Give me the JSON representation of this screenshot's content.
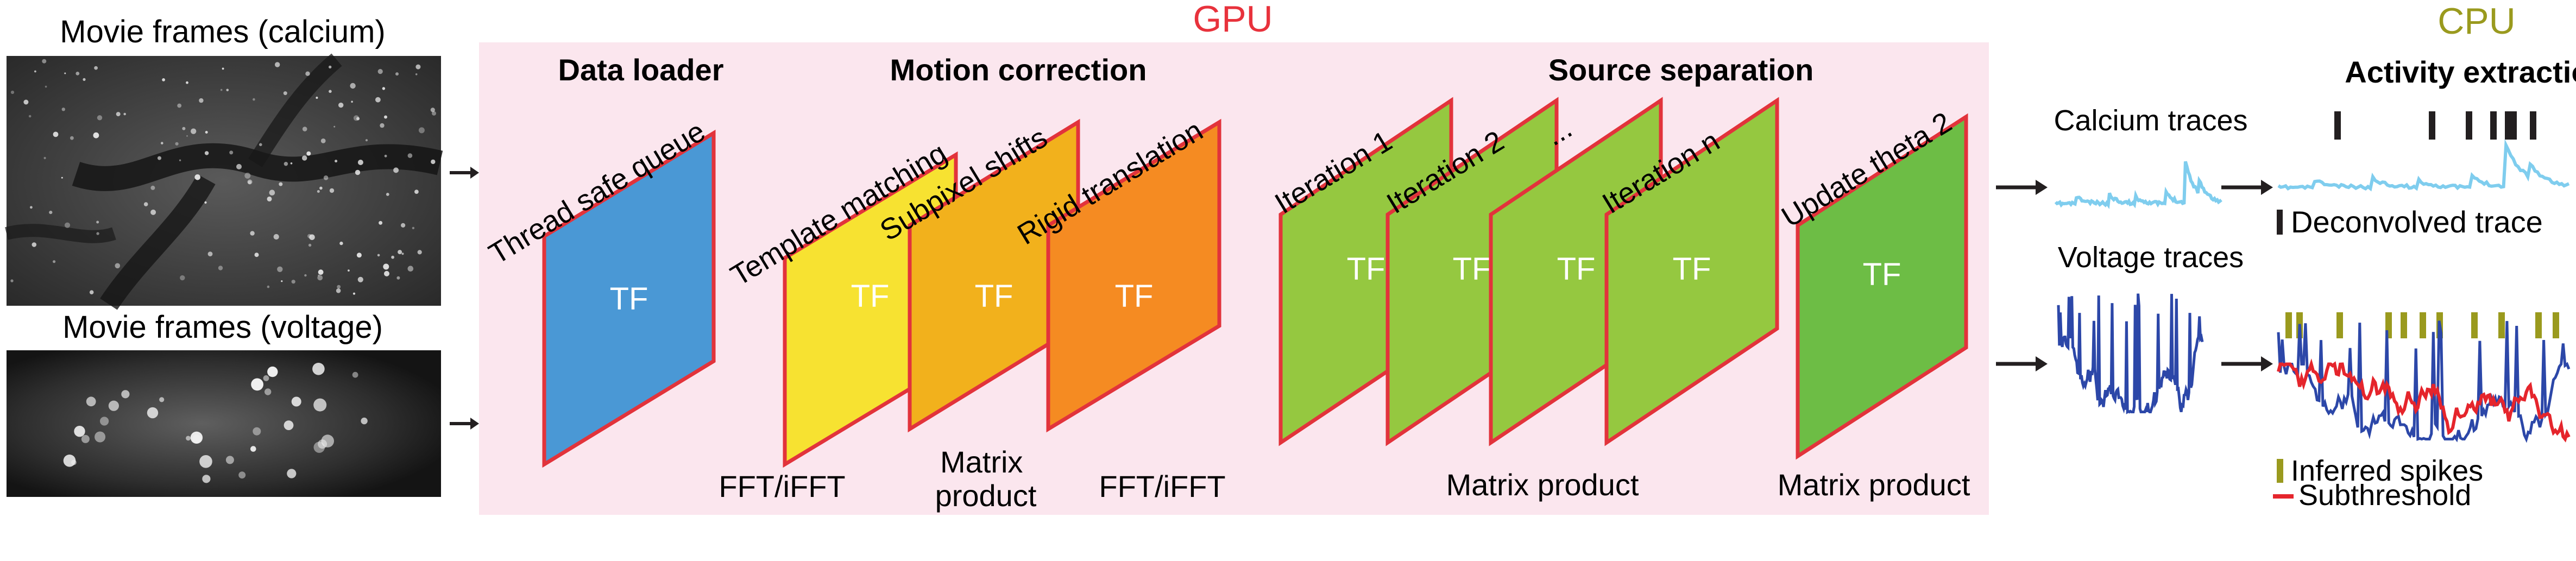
{
  "colors": {
    "gpu_panel": "#fbe6ee",
    "gpu_label": "#e8323c",
    "cpu_label": "#9a9a1e",
    "plane_border": "#e2333b",
    "tf_blue": "#4a98d5",
    "tf_yellow": "#f7e231",
    "tf_amber": "#f2b11c",
    "tf_orange": "#f58b22",
    "tf_lightgreen": "#95c840",
    "tf_green": "#6dbd45",
    "calcium_trace": "#7fcdee",
    "voltage_trace": "#2c47a8",
    "subthreshold": "#e5252c",
    "spike_marker": "#9a9a1e",
    "deconv_marker": "#231f20"
  },
  "inputs": {
    "calcium_title": "Movie frames (calcium)",
    "voltage_title": "Movie frames (voltage)"
  },
  "gpu": {
    "label": "GPU",
    "data_loader": {
      "title": "Data loader",
      "planes": [
        {
          "label": "Thread safe queue",
          "tf": "TF"
        }
      ]
    },
    "motion_correction": {
      "title": "Motion correction",
      "planes": [
        {
          "label": "Template matching",
          "tf": "TF"
        },
        {
          "label": "Subpixel shifts",
          "tf": "TF"
        },
        {
          "label": "Rigid translation",
          "tf": "TF"
        }
      ],
      "captions": [
        "FFT/iFFT",
        "Matrix product",
        "FFT/iFFT"
      ]
    },
    "source_separation": {
      "title": "Source separation",
      "planes": [
        {
          "label": "Iteration 1",
          "tf": "TF"
        },
        {
          "label": "Iteration 2",
          "tf": "TF"
        },
        {
          "label": "...",
          "tf": "TF"
        },
        {
          "label": "Iteration n",
          "tf": "TF"
        },
        {
          "label": "Update theta 2",
          "tf": "TF"
        }
      ],
      "captions": [
        "Matrix product",
        "Matrix product"
      ]
    }
  },
  "traces": {
    "calcium_label": "Calcium traces",
    "voltage_label": "Voltage traces"
  },
  "cpu": {
    "label": "CPU",
    "title": "Activity extraction",
    "legend": {
      "deconvolved": "Deconvolved trace",
      "spikes": "Inferred spikes",
      "subthreshold": "Subthreshold"
    }
  }
}
